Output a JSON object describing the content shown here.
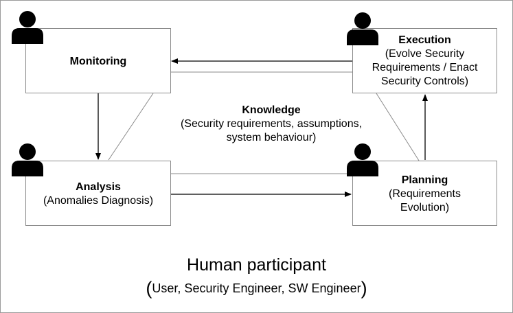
{
  "boxes": {
    "monitoring": {
      "title": "Monitoring"
    },
    "execution": {
      "title": "Execution",
      "lines": [
        "(Evolve Security",
        "Requirements / Enact",
        "Security Controls)"
      ]
    },
    "analysis": {
      "title": "Analysis",
      "lines": [
        "(Anomalies Diagnosis)"
      ]
    },
    "planning": {
      "title": "Planning",
      "lines": [
        "(Requirements",
        "Evolution)"
      ]
    }
  },
  "knowledge": {
    "title": "Knowledge",
    "lines": [
      "(Security requirements, assumptions,",
      "system behaviour)"
    ]
  },
  "footer": {
    "title": "Human participant",
    "open_paren": "(",
    "subtitle": "User, Security Engineer, SW Engineer",
    "close_paren": ")"
  },
  "icons": [
    "person-icon"
  ],
  "colors": {
    "line": "#000000",
    "box_border": "#8a8a8a",
    "icon": "#000000"
  }
}
